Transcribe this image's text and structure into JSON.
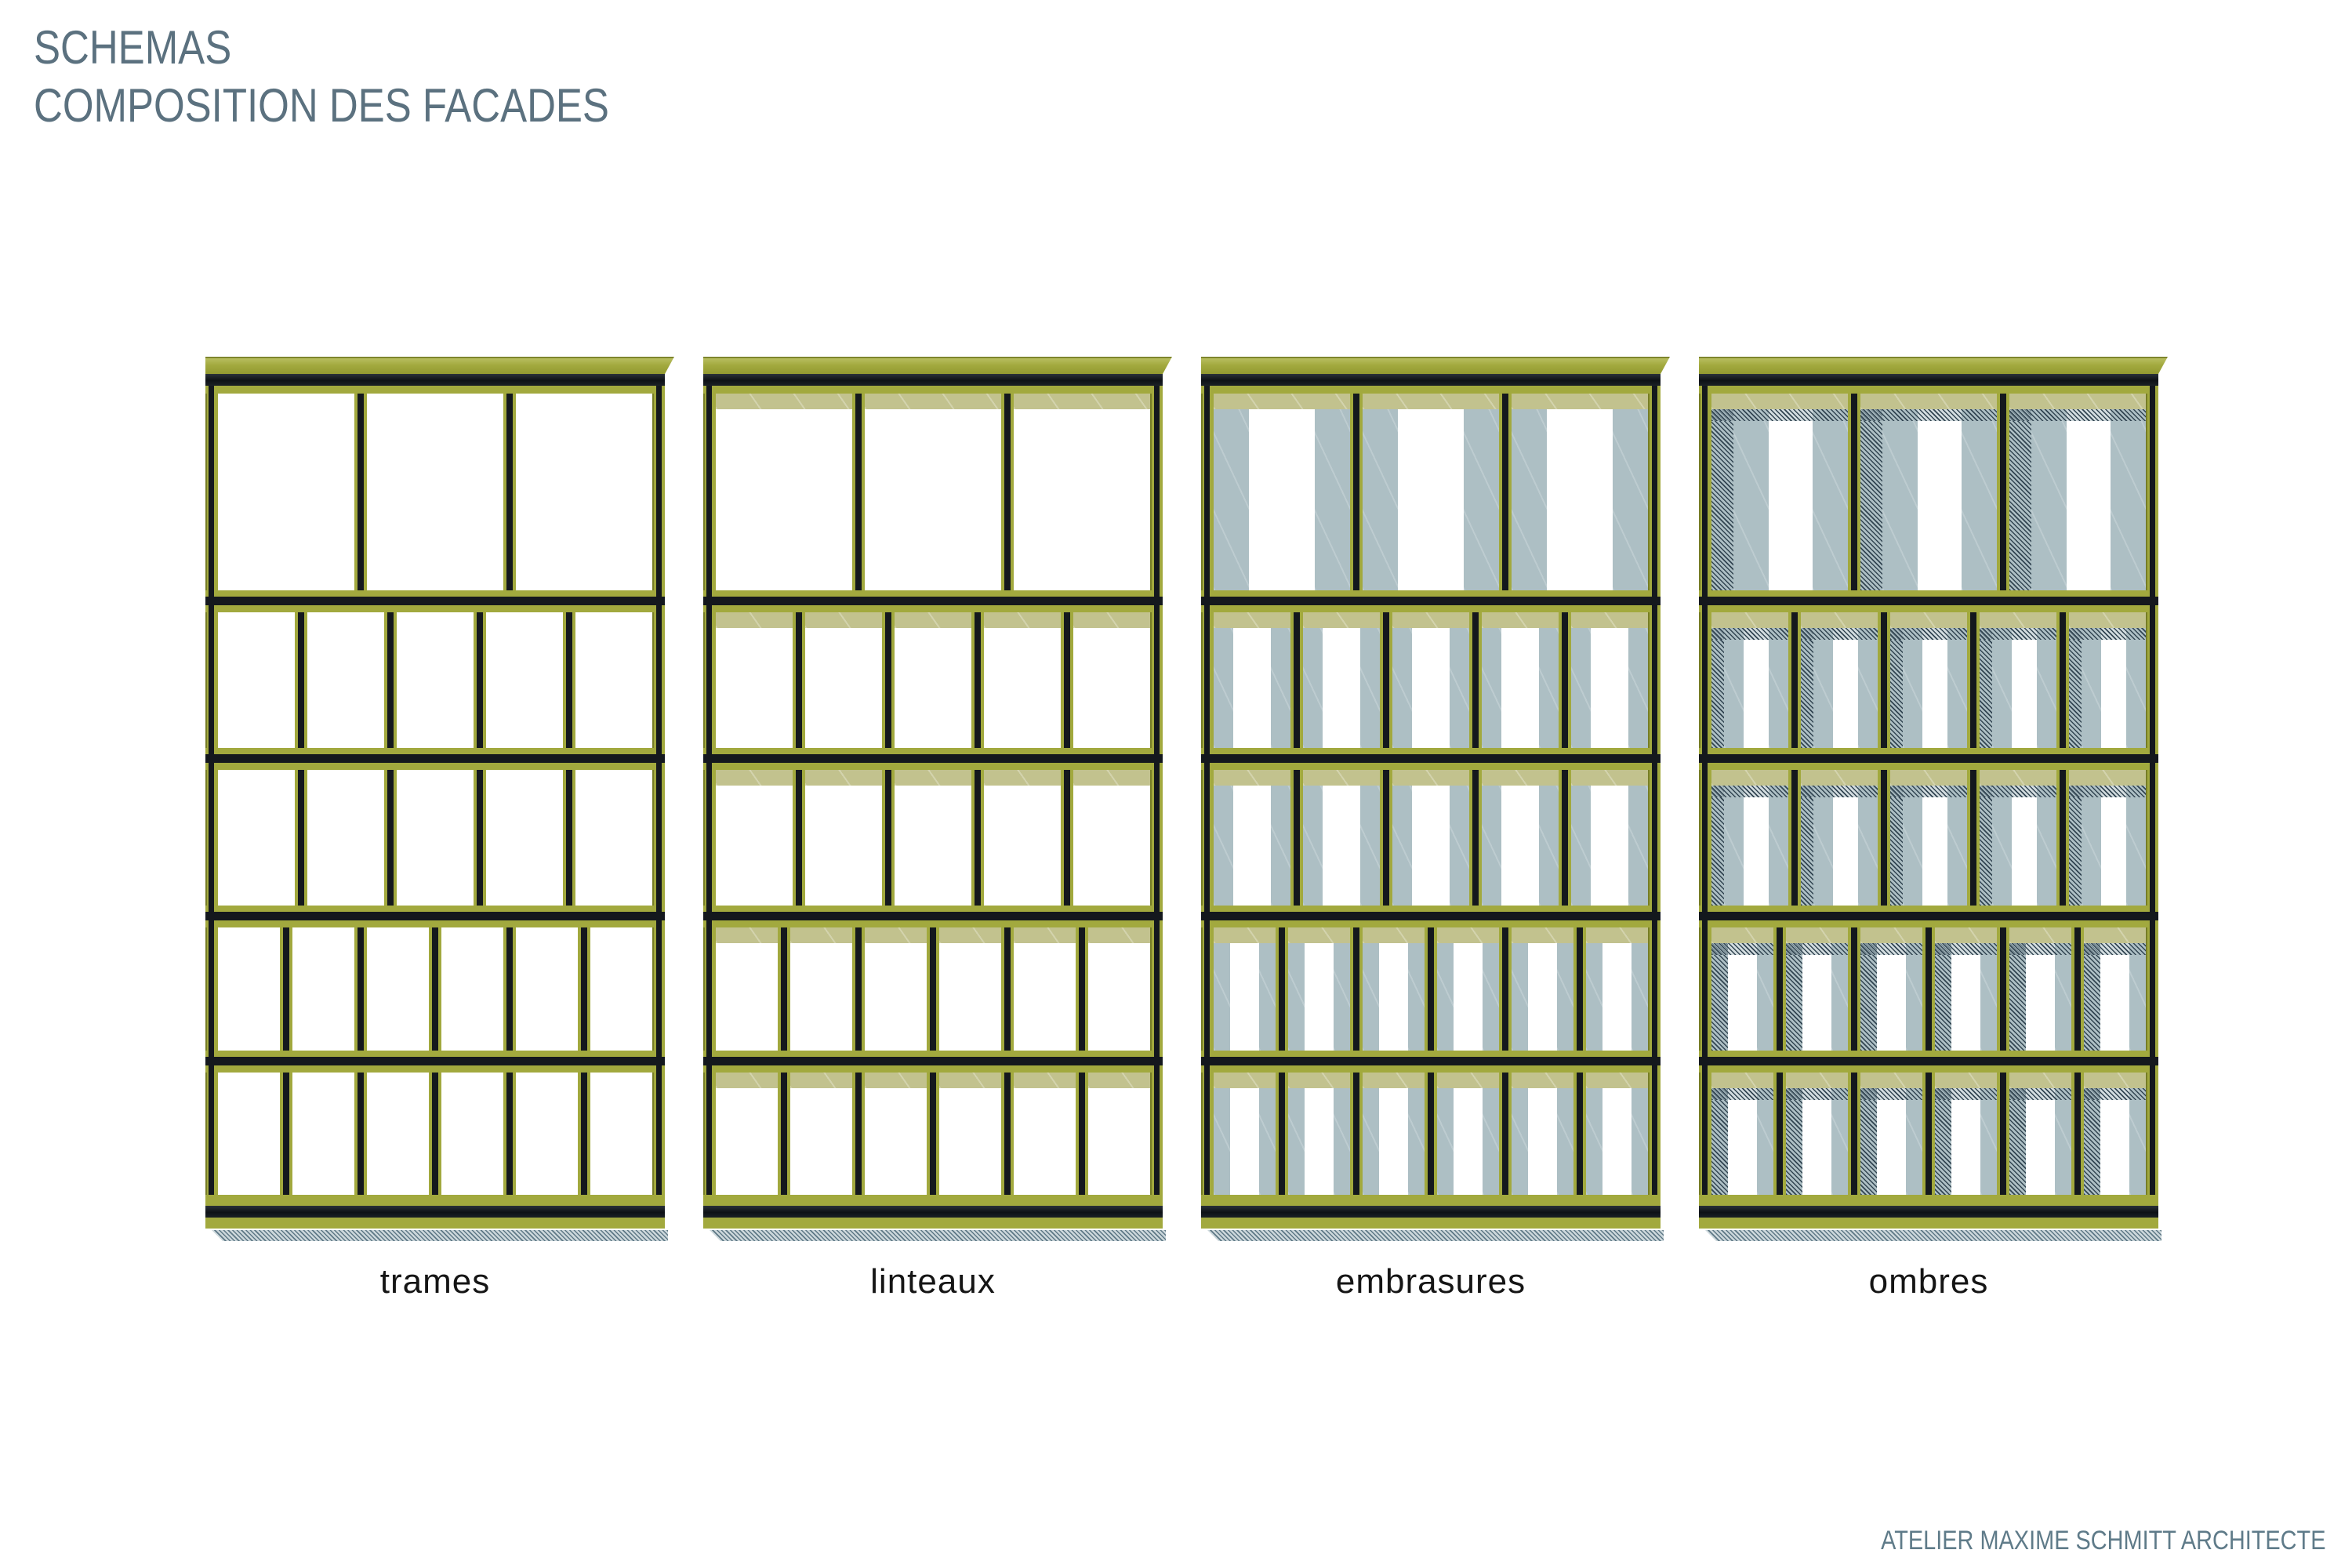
{
  "header": {
    "title_line1": "SCHEMAS",
    "title_line2": "COMPOSITION DES FACADES"
  },
  "footer": {
    "credit": "ATELIER MAXIME SCHMITT ARCHITECTE"
  },
  "palette": {
    "background": "#ffffff",
    "frame_olive": "#a2a93e",
    "frame_olive_light": "#b8be60",
    "frame_olive_dark": "#767d26",
    "frame_black": "#14181d",
    "lintel_khaki": "#c2c28e",
    "reveal_grey": "#adbfc4",
    "hatch_line": "#324552",
    "ground_shadow": "#ccd7db",
    "ground_shadow_line": "#5e7886",
    "title_text": "#5b717f",
    "label_text": "#151515",
    "credit_text": "#5f7b89"
  },
  "diagram": {
    "facades": [
      {
        "label": "trames",
        "has_lintels": false,
        "has_reveals": false,
        "has_shadows": false
      },
      {
        "label": "linteaux",
        "has_lintels": true,
        "has_reveals": false,
        "has_shadows": false
      },
      {
        "label": "embrasures",
        "has_lintels": true,
        "has_reveals": true,
        "has_shadows": false
      },
      {
        "label": "ombres",
        "has_lintels": true,
        "has_reveals": true,
        "has_shadows": true
      }
    ],
    "rows": [
      {
        "windows": 3
      },
      {
        "windows": 5
      },
      {
        "windows": 5
      },
      {
        "windows": 6
      },
      {
        "windows": 6
      }
    ]
  }
}
